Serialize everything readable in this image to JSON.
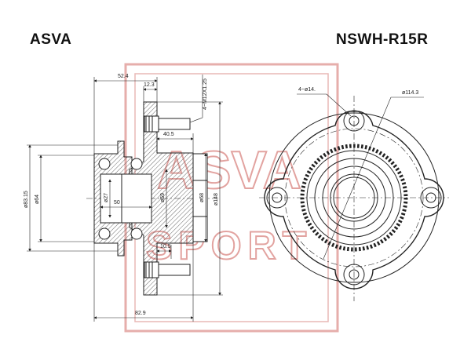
{
  "header": {
    "brand": "ASVA",
    "part_number": "NSWH-R15R"
  },
  "watermark": {
    "text_1": "ASVA",
    "text_2": "SPORT",
    "color": "#c0342e"
  },
  "side_view": {
    "dim_52_4": "52.4",
    "dim_12_3": "12.3",
    "dim_thread": "4~M12X1.25",
    "dim_40_5": "40.5",
    "dim_10_5": "10.5",
    "dim_82_9": "82.9",
    "dim_d83_15": "ø83.15",
    "dim_d64": "ø64",
    "dim_d27": "ø27",
    "dim_50": "50",
    "dim_d59": "ø59",
    "dim_d68": "ø68",
    "dim_148": "ø148"
  },
  "front_view": {
    "dim_holes": "4~ø14.",
    "dim_pcd": "ø114.3"
  },
  "colors": {
    "line": "#222222",
    "hatch": "#444444",
    "watermark": "#c0342e"
  }
}
